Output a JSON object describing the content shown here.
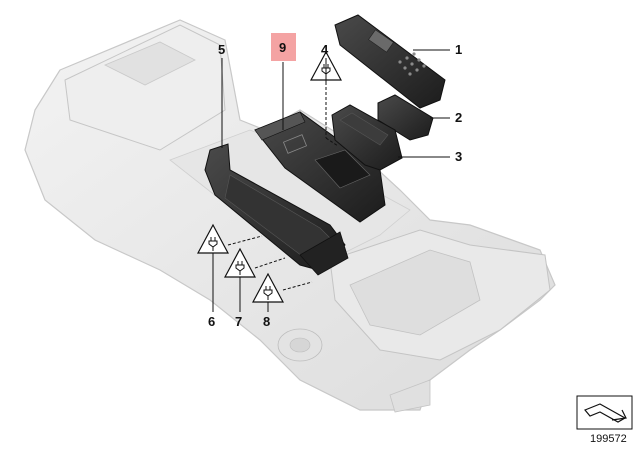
{
  "diagram": {
    "callouts": [
      {
        "id": "1",
        "label": "1"
      },
      {
        "id": "2",
        "label": "2"
      },
      {
        "id": "3",
        "label": "3"
      },
      {
        "id": "4",
        "label": "4"
      },
      {
        "id": "5",
        "label": "5"
      },
      {
        "id": "6",
        "label": "6"
      },
      {
        "id": "7",
        "label": "7"
      },
      {
        "id": "8",
        "label": "8"
      },
      {
        "id": "9",
        "label": "9",
        "highlighted": true
      }
    ],
    "reference_number": "199572",
    "colors": {
      "console_fill": "#ececec",
      "console_edge": "#c8c8c8",
      "part_dark": "#2b2b2b",
      "highlight_box": "#f4a3a3"
    },
    "icons": [
      "warning-plug-icon",
      "return-arrow-icon"
    ]
  }
}
